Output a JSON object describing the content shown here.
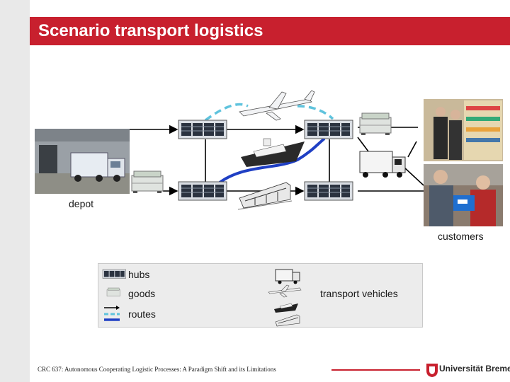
{
  "slide": {
    "title": "Scenario transport logistics",
    "footer": "CRC 637: Autonomous Cooperating Logistic Processes: A Paradigm Shift and its Limitations",
    "university": "Universität Bremen"
  },
  "diagram": {
    "depot_label": "depot",
    "customers_label": "customers"
  },
  "legend": {
    "hubs": "hubs",
    "goods": "goods",
    "routes": "routes",
    "transport_vehicles": "transport vehicles"
  },
  "colors": {
    "brand": "#c8202e",
    "route_air": "#5fc3dd",
    "route_sea": "#1f3fc4",
    "route_road": "#000000"
  }
}
